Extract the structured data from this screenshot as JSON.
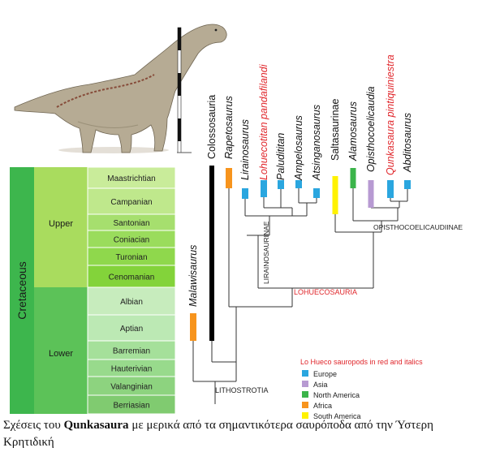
{
  "timescale": {
    "period": "Cretaceous",
    "epochs": [
      {
        "id": "upper",
        "label": "Upper"
      },
      {
        "id": "lower",
        "label": "Lower"
      }
    ],
    "stages": [
      {
        "id": "maastrichtian",
        "label": "Maastrichtian",
        "color": "#c9ec9a"
      },
      {
        "id": "campanian",
        "label": "Campanian",
        "color": "#bfe88c"
      },
      {
        "id": "santonian",
        "label": "Santonian",
        "color": "#a6df6e"
      },
      {
        "id": "coniacian",
        "label": "Coniacian",
        "color": "#9adc5c"
      },
      {
        "id": "turonian",
        "label": "Turonian",
        "color": "#8fd84c"
      },
      {
        "id": "cenomanian",
        "label": "Cenomanian",
        "color": "#83d33a"
      },
      {
        "id": "albian",
        "label": "Albian",
        "color": "#c7ecbd"
      },
      {
        "id": "aptian",
        "label": "Aptian",
        "color": "#bce9b4"
      },
      {
        "id": "barremian",
        "label": "Barremian",
        "color": "#a5e09a"
      },
      {
        "id": "hauterivian",
        "label": "Hauterivian",
        "color": "#98da8c"
      },
      {
        "id": "valanginian",
        "label": "Valanginian",
        "color": "#8dd37f"
      },
      {
        "id": "berriasian",
        "label": "Berriasian",
        "color": "#80cb70"
      }
    ],
    "colors": {
      "period": "#3db64d",
      "upper": "#a9dc5e",
      "lower": "#5cc258"
    }
  },
  "taxa": [
    {
      "id": "malawisaurus",
      "label": "Malawisaurus",
      "red": false
    },
    {
      "id": "colossosauria",
      "label": "Colossosauria",
      "red": false,
      "upright": true
    },
    {
      "id": "rapetosaurus",
      "label": "Rapetosaurus",
      "red": false
    },
    {
      "id": "lirainosaurus",
      "label": "Lirainosaurus",
      "red": false
    },
    {
      "id": "lohuecotitan",
      "label": "Lohuecotitan pandafilandi",
      "red": true
    },
    {
      "id": "paludititan",
      "label": "Paludititan",
      "red": false
    },
    {
      "id": "ampelosaurus",
      "label": "Ampelosaurus",
      "red": false
    },
    {
      "id": "atsinganosaurus",
      "label": "Atsinganosaurus",
      "red": false
    },
    {
      "id": "saltasaurinae",
      "label": "Saltasaurinae",
      "red": false,
      "upright": true
    },
    {
      "id": "alamosaurus",
      "label": "Alamosaurus",
      "red": false
    },
    {
      "id": "opisthocoelicaudia",
      "label": "Opisthocoelicaudia",
      "red": false
    },
    {
      "id": "qunkasaura",
      "label": "Qunkasaura pintiquiniestra",
      "red": true
    },
    {
      "id": "abditosaurus",
      "label": "Abditosaurus",
      "red": false
    }
  ],
  "clades": {
    "lithostrotia": "LITHOSTROTIA",
    "lirainosaurinae": "LIRAINOSAURINAE",
    "opisthocoelicaudiinae": "OPISTHOCOELICAUDIINAE",
    "lohuecosauria": "LOHUECOSAURIA"
  },
  "legend": {
    "title": "Lo Hueco sauropods in red and italics",
    "items": [
      {
        "label": "Europe",
        "color": "#2aa6df"
      },
      {
        "label": "Asia",
        "color": "#b79ad2"
      },
      {
        "label": "North America",
        "color": "#3bb44a"
      },
      {
        "label": "Africa",
        "color": "#f7941d"
      },
      {
        "label": "South America",
        "color": "#fff200"
      }
    ]
  },
  "colors": {
    "red": "#e0262b",
    "black": "#000000",
    "line": "#333333"
  },
  "caption": {
    "before": "Σχέσεις του ",
    "bold": "Qunkasaura",
    "after": " με μερικά από τα σημαντικότερα σαυρόποδα από την Ύστερη Κρητιδική"
  }
}
